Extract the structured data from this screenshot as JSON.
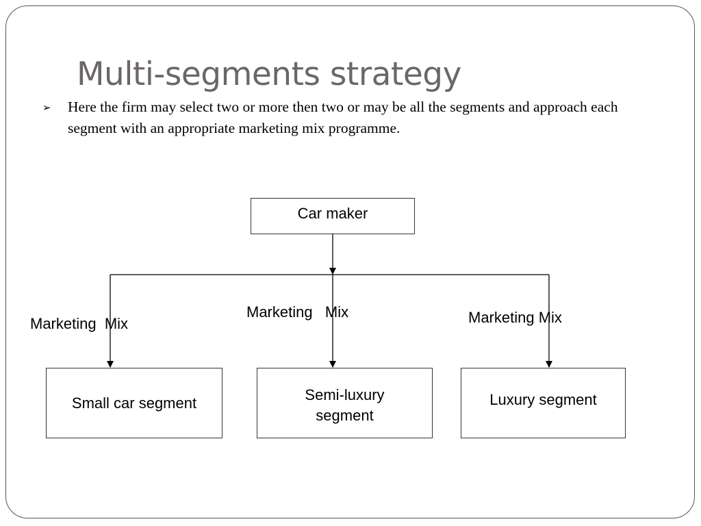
{
  "slide": {
    "title": "Multi-segments strategy",
    "bullet_icon": "arrow-bullet-icon",
    "bullet_text": "Here the firm may select two or more then two or may be all the segments and approach each segment with an appropriate marketing mix programme."
  },
  "diagram": {
    "root": {
      "label": "Car maker"
    },
    "children": [
      {
        "label": "Small car segment",
        "edge_label": "Marketing  Mix"
      },
      {
        "label": "Semi-luxury segment",
        "edge_label": "Marketing   Mix"
      },
      {
        "label": "Luxury segment",
        "edge_label": "Marketing Mix"
      }
    ]
  }
}
